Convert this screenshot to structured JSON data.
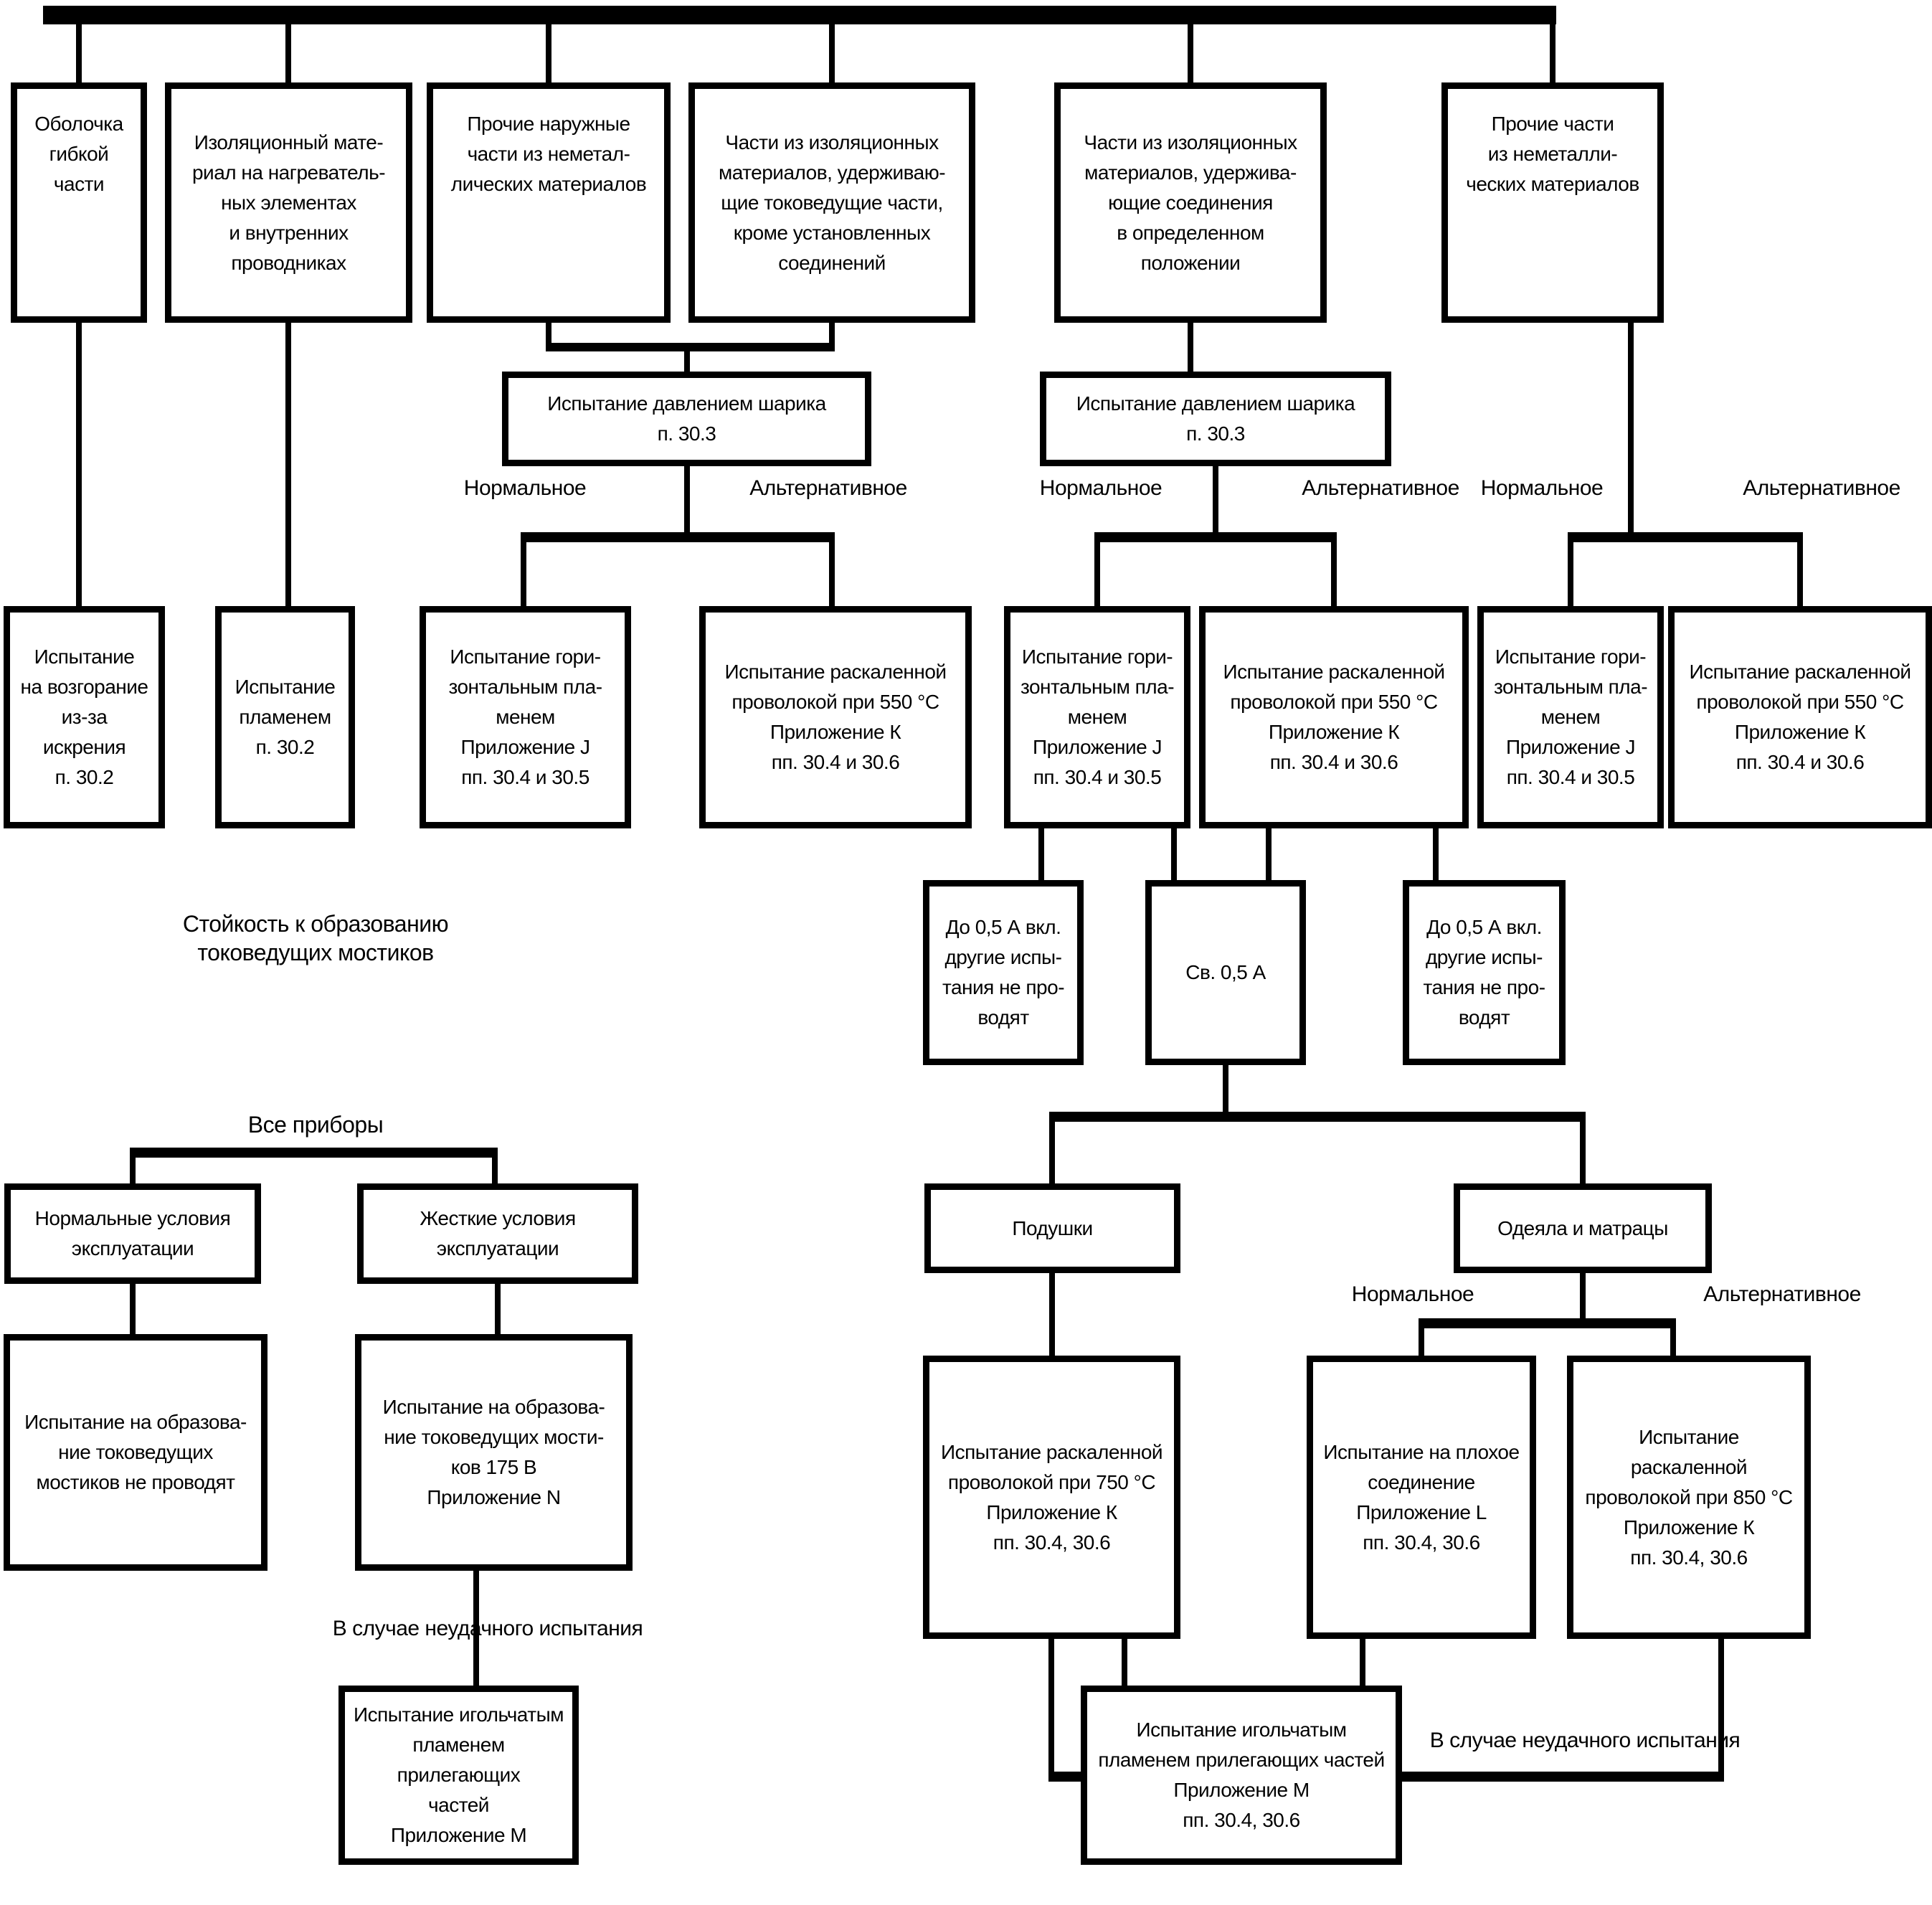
{
  "nodes": {
    "shell": {
      "text": "Оболочка\nгибкой\nчасти"
    },
    "insul_heat": {
      "text": "Изоляционный мате-\nриал на нагреватель-\nных элементах\nи внутренних\nпроводниках"
    },
    "other_outer": {
      "text": "Прочие наружные\nчасти из неметал-\nлических материалов"
    },
    "parts_live": {
      "text": "Части из изоляционных\nматериалов, удерживаю-\nщие токоведущие части,\nкроме установленных\nсоединений"
    },
    "parts_joint": {
      "text": "Части из изоляционных\nматериалов, удержива-\nющие соединения\nв определенном\nположении"
    },
    "other_parts": {
      "text": "Прочие части\nиз неметалли-\nческих материалов"
    },
    "ball1": {
      "text": "Испытание давлением шарика\nп. 30.3"
    },
    "ball2": {
      "text": "Испытание давлением шарика\nп. 30.3"
    },
    "ignition": {
      "text": "Испытание\nна возгорание\nиз-за искрения\nп. 30.2"
    },
    "flame": {
      "text": "Испытание\nпламенем\nп. 30.2"
    },
    "hflame1": {
      "text": "Испытание гори-\nзонтальным пла-\nменем\nПриложение J\nпп. 30.4 и 30.5"
    },
    "hotwire550_1": {
      "text": "Испытание раскаленной\nпроволокой при 550 °С\nПриложение К\nпп. 30.4 и 30.6"
    },
    "hflame2": {
      "text": "Испытание гори-\nзонтальным пла-\nменем\nПриложение J\nпп. 30.4 и 30.5"
    },
    "hotwire550_2": {
      "text": "Испытание раскаленной\nпроволокой при 550 °С\nПриложение К\nпп. 30.4 и 30.6"
    },
    "hflame3": {
      "text": "Испытание гори-\nзонтальным пла-\nменем\nПриложение J\nпп. 30.4 и 30.5"
    },
    "hotwire550_3": {
      "text": "Испытание раскаленной\nпроволокой при 550 °С\nПриложение К\nпп. 30.4 и 30.6"
    },
    "upto05_left": {
      "text": "До 0,5 А вкл.\nдругие испы-\nтания не про-\nводят"
    },
    "over05": {
      "text": "Св. 0,5 А"
    },
    "upto05_right": {
      "text": "До 0,5 А вкл.\nдругие испы-\nтания не про-\nводят"
    },
    "cushions": {
      "text": "Подушки"
    },
    "blankets": {
      "text": "Одеяла и матрацы"
    },
    "hotwire750": {
      "text": "Испытание раскаленной\nпроволокой при 750 °С\nПриложение К\nпп. 30.4, 30.6"
    },
    "bad_conn": {
      "text": "Испытание на плохое\nсоединение\nПриложение L\nпп. 30.4, 30.6"
    },
    "hotwire850": {
      "text": "Испытание раскаленной\nпроволокой при 850 °С\nПриложение К\nпп. 30.4, 30.6"
    },
    "needle_right": {
      "text": "Испытание игольчатым\nпламенем прилегающих частей\nПриложение М\nпп. 30.4, 30.6"
    },
    "normal_cond": {
      "text": "Нормальные условия\nэксплуатации"
    },
    "harsh_cond": {
      "text": "Жесткие условия\nэксплуатации"
    },
    "no_tracking": {
      "text": "Испытание на образова-\nние токоведущих\nмостиков не проводят"
    },
    "tracking175": {
      "text": "Испытание на образова-\nние токоведущих мости-\nков 175 В\nПриложение N"
    },
    "needle_left": {
      "text": "Испытание игольчатым\nпламенем прилегающих\nчастей\nПриложение М"
    }
  },
  "labels": {
    "normal1": {
      "text": "Нормальное"
    },
    "alt1": {
      "text": "Альтернативное"
    },
    "normal2": {
      "text": "Нормальное"
    },
    "alt2": {
      "text": "Альтернативное"
    },
    "normal3": {
      "text": "Нормальное"
    },
    "alt3": {
      "text": "Альтернативное"
    },
    "normal4": {
      "text": "Нормальное"
    },
    "alt4": {
      "text": "Альтернативное"
    },
    "tracking_title": {
      "text": "Стойкость к образованию\nтоковедущих мостиков"
    },
    "all_devices": {
      "text": "Все приборы"
    },
    "fail_left": {
      "text": "В случае неудачного испытания"
    },
    "fail_right": {
      "text": "В случае неудачного испытания"
    }
  }
}
